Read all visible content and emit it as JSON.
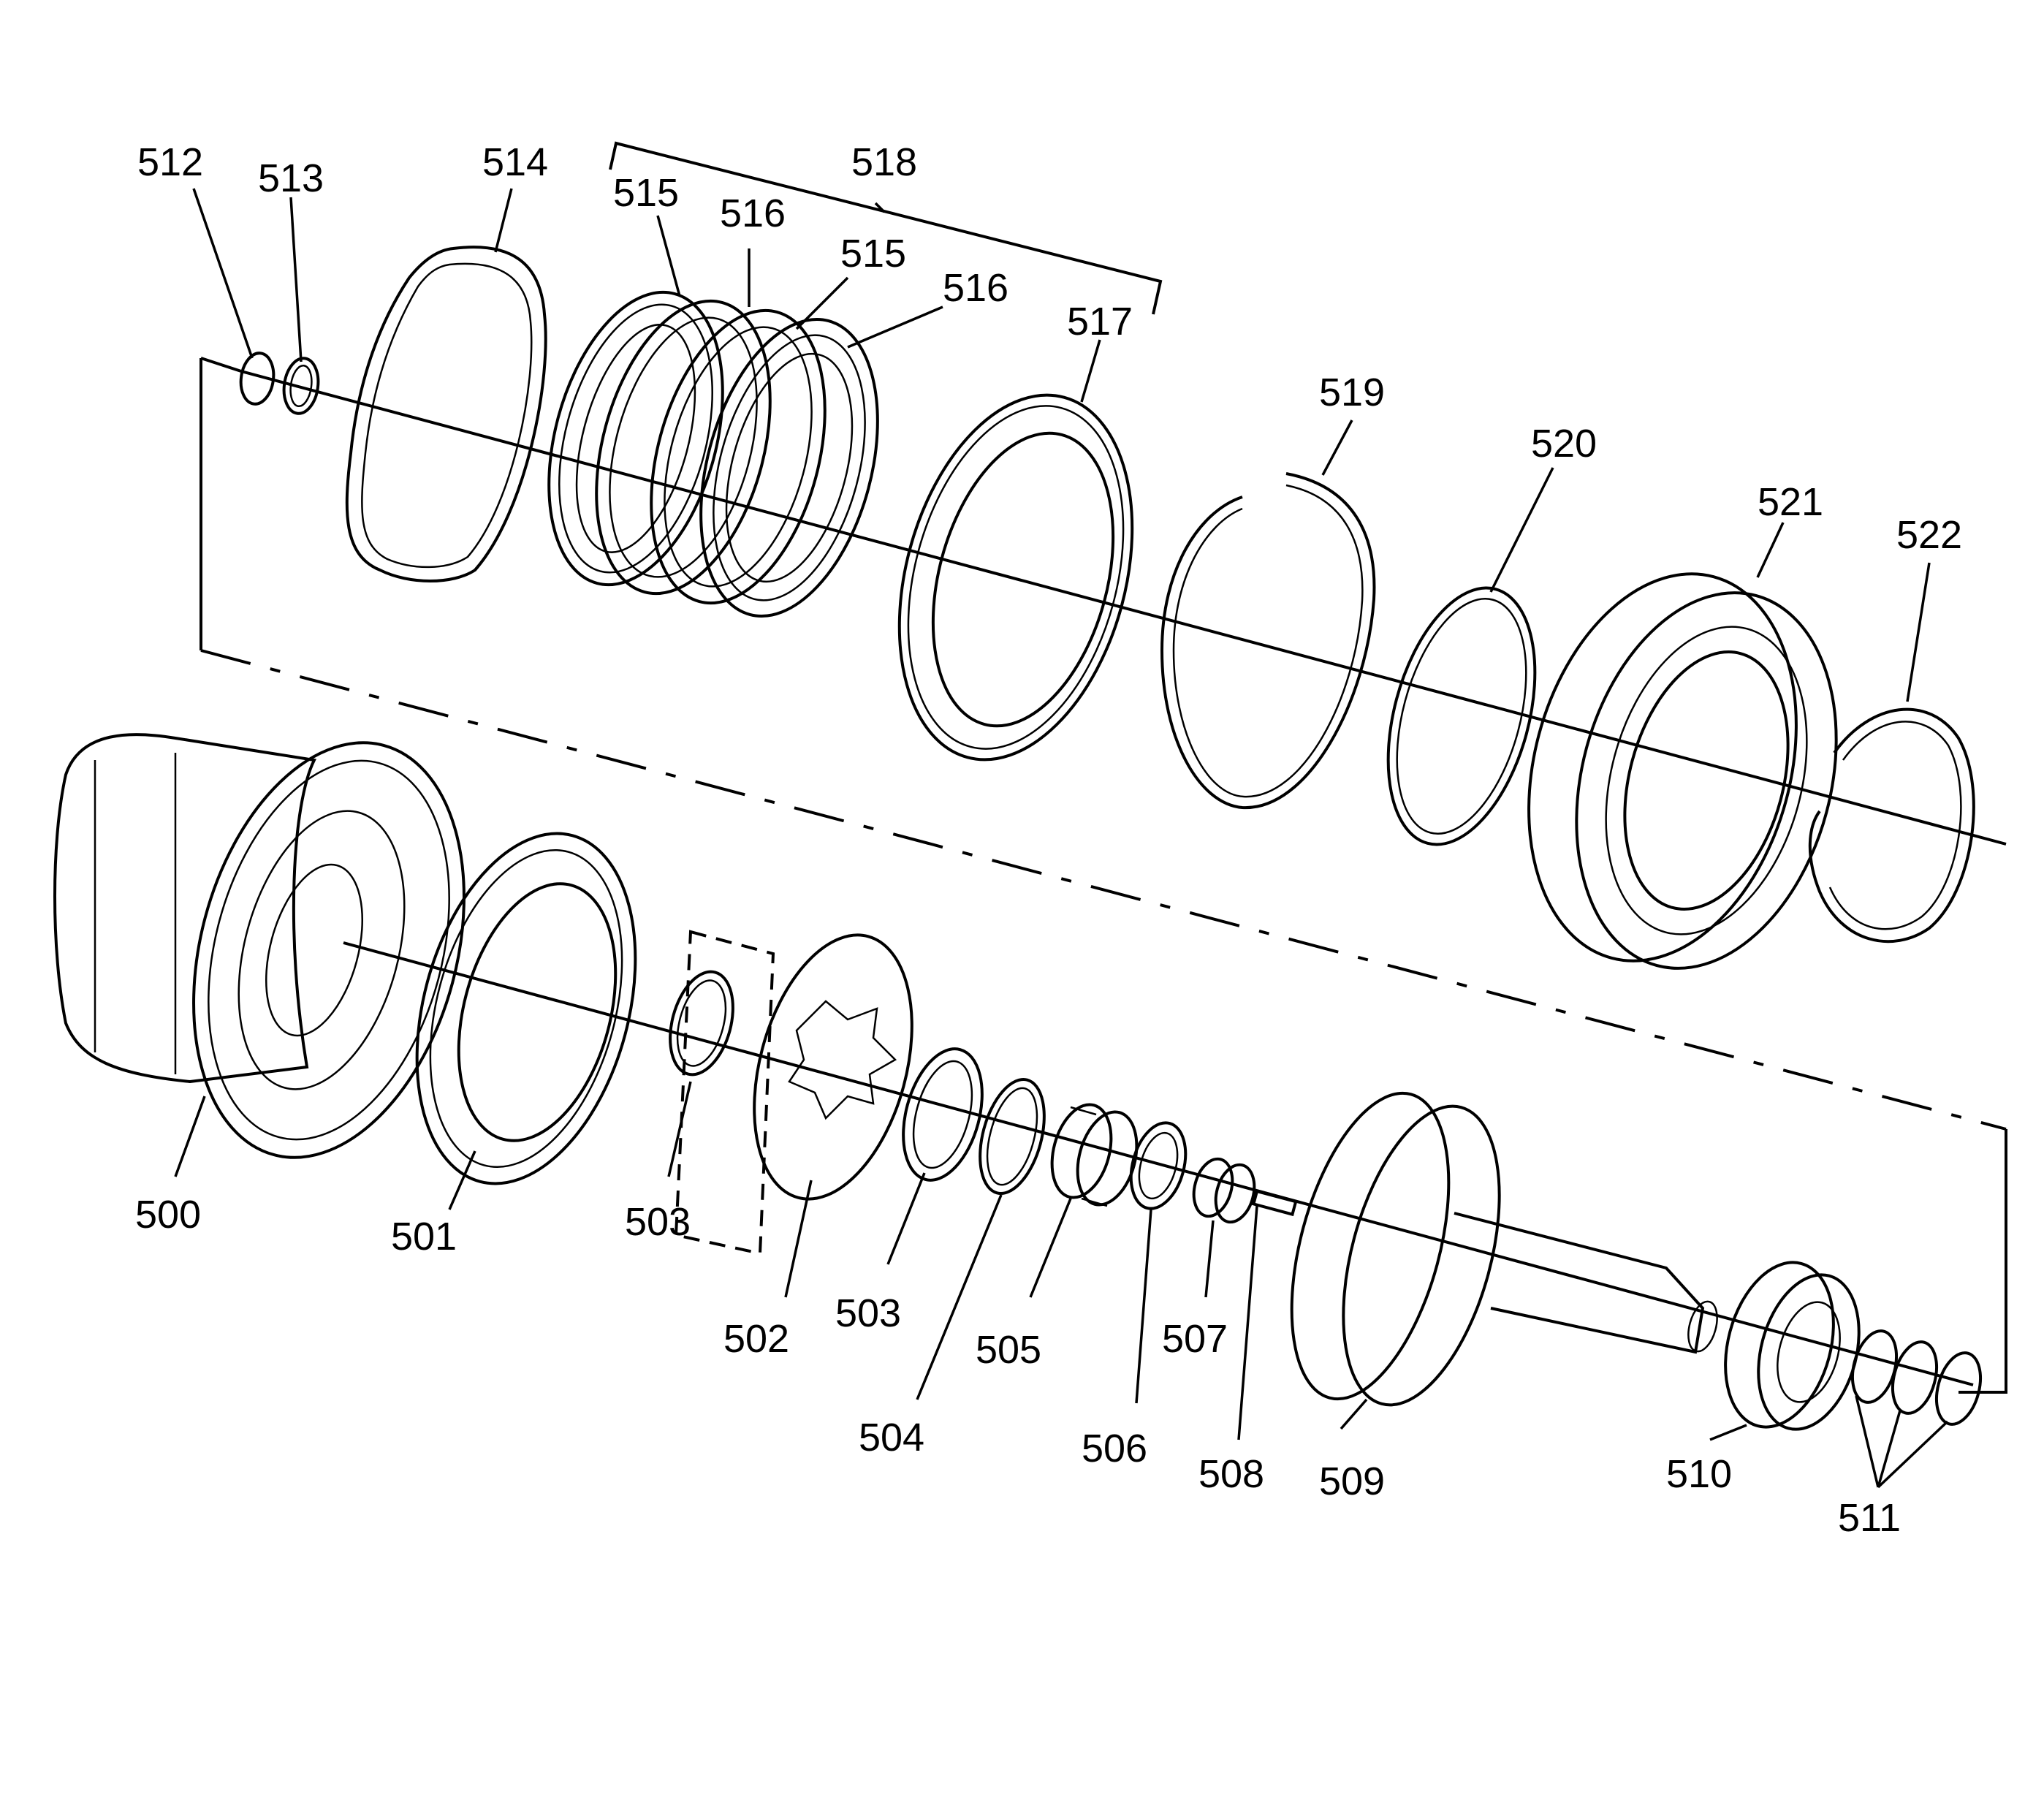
{
  "callouts": {
    "c500": "500",
    "c501": "501",
    "c502": "502",
    "c503a": "503",
    "c503b": "503",
    "c504": "504",
    "c505": "505",
    "c506": "506",
    "c507": "507",
    "c508": "508",
    "c509": "509",
    "c510": "510",
    "c511": "511",
    "c512": "512",
    "c513": "513",
    "c514": "514",
    "c515a": "515",
    "c515b": "515",
    "c516a": "516",
    "c516b": "516",
    "c517": "517",
    "c518": "518",
    "c519": "519",
    "c520": "520",
    "c521": "521",
    "c522": "522"
  }
}
